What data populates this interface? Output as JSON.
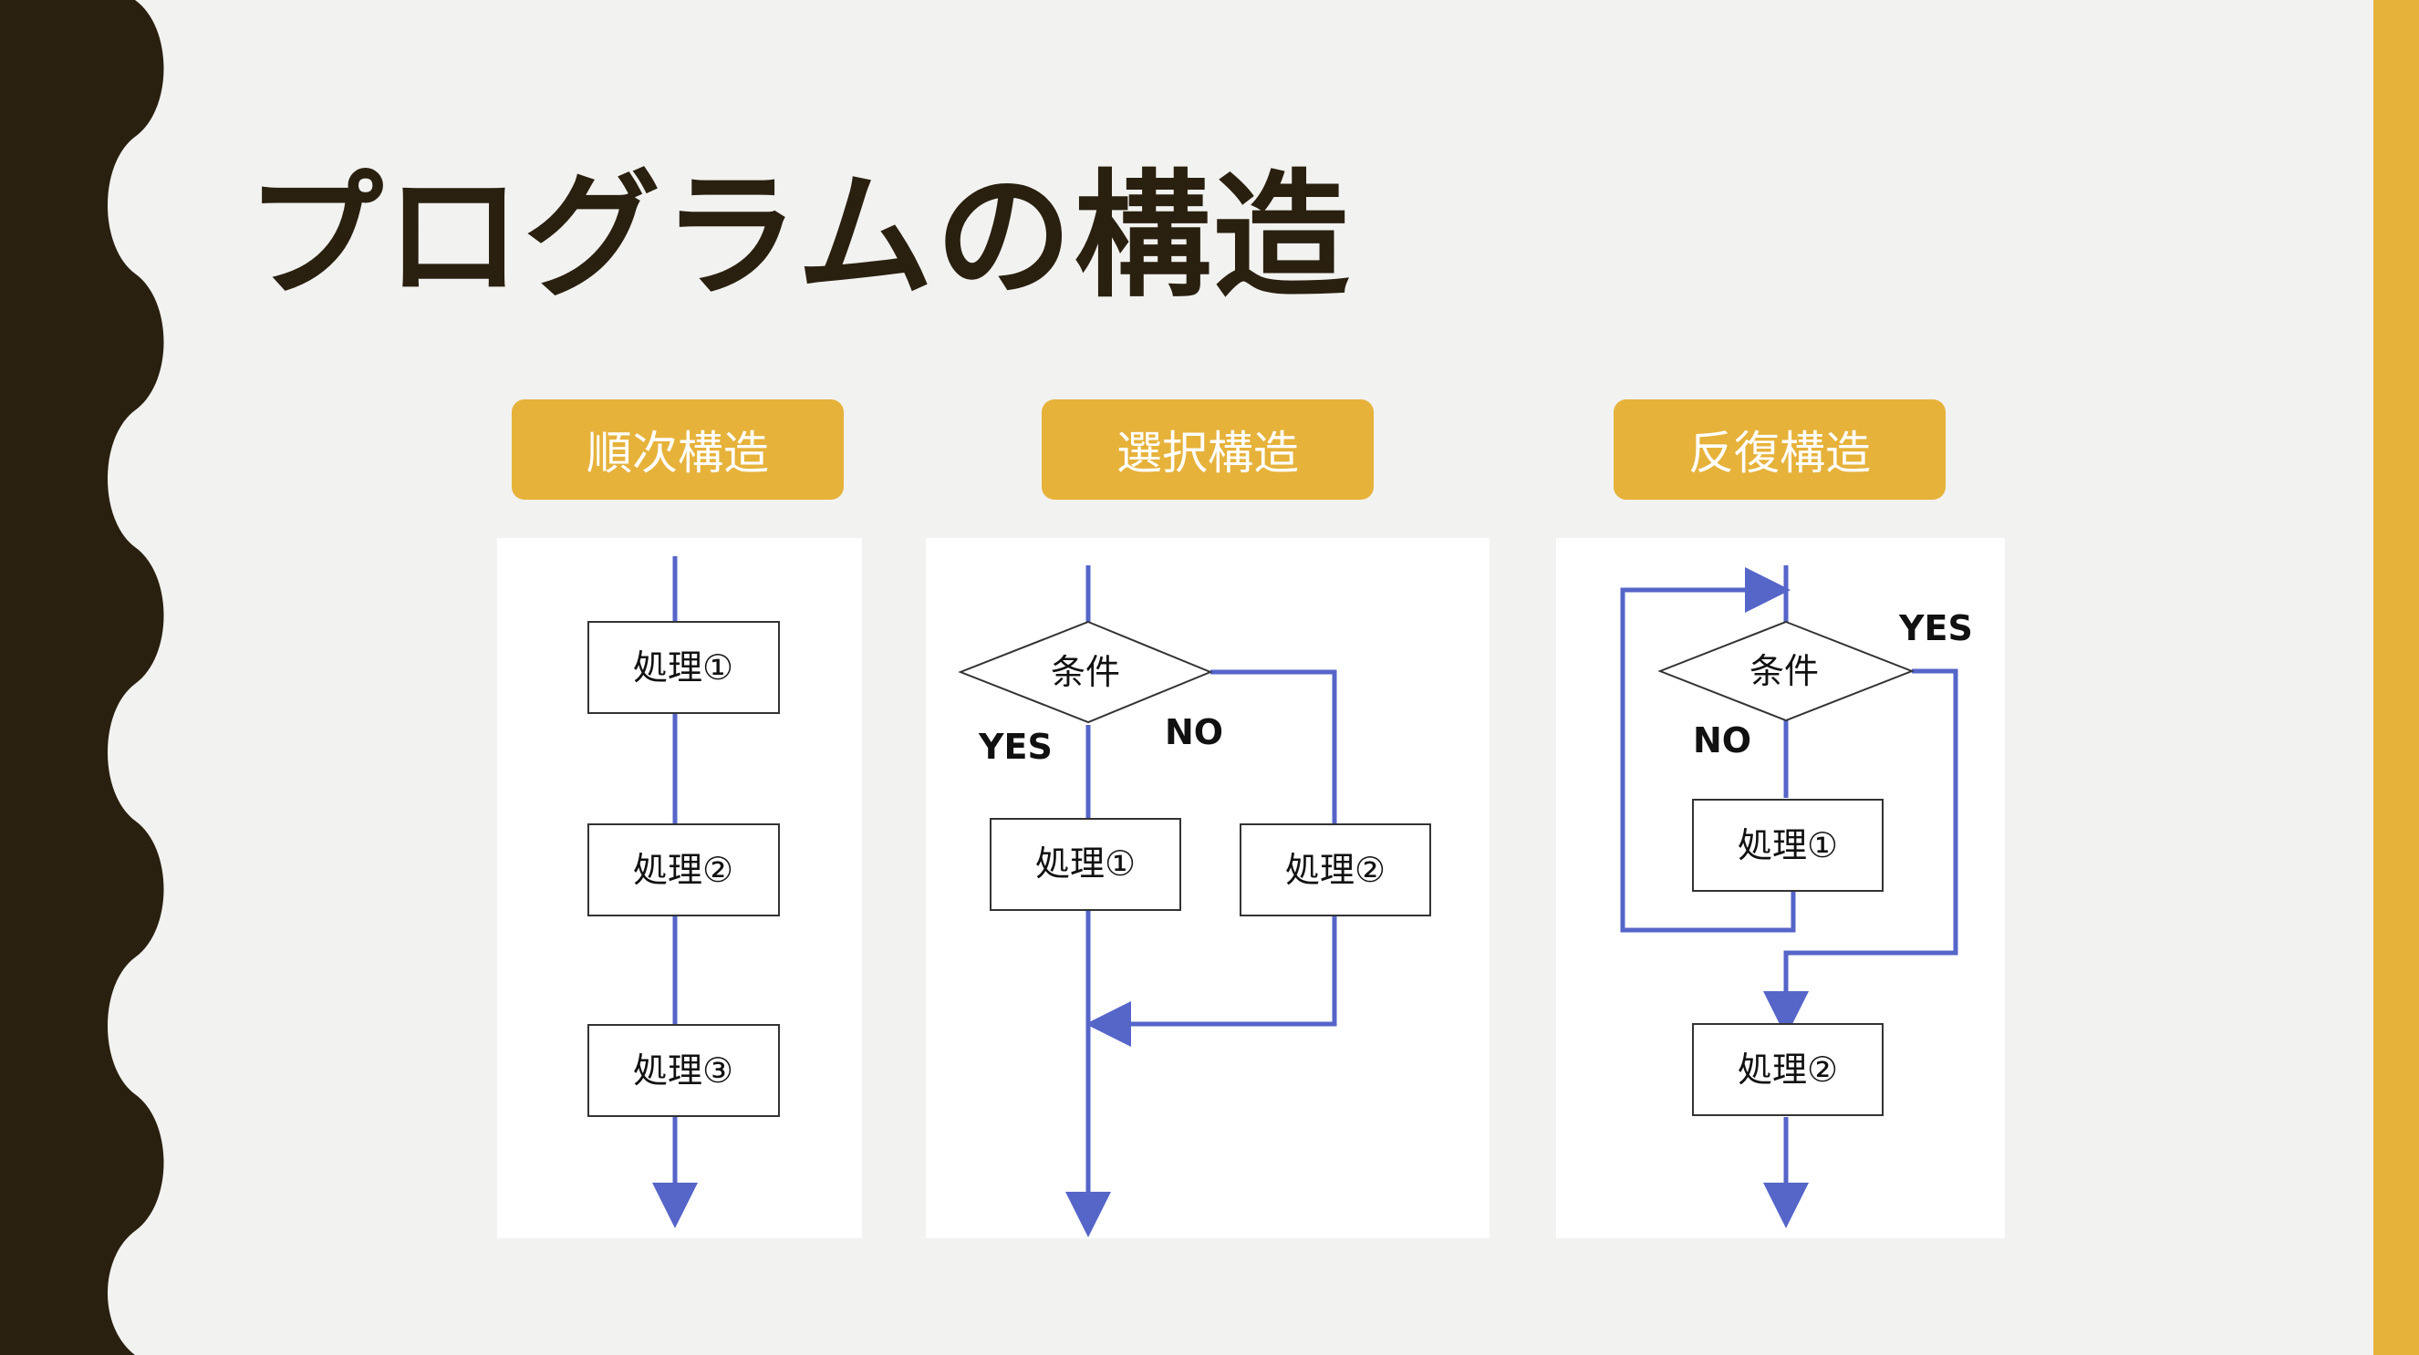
{
  "title": "プログラムの構造",
  "structures": [
    {
      "label": "順次構造"
    },
    {
      "label": "選択構造"
    },
    {
      "label": "反復構造"
    }
  ],
  "sequence": {
    "boxes": [
      "処理①",
      "処理②",
      "処理③"
    ]
  },
  "selection": {
    "condition": "条件",
    "yes": "YES",
    "no": "NO",
    "box_yes": "処理①",
    "box_no": "処理②"
  },
  "iteration": {
    "condition": "条件",
    "yes": "YES",
    "no": "NO",
    "box_loop": "処理①",
    "box_after": "処理②"
  },
  "colors": {
    "background": "#f2f2f0",
    "left_band": "#2a2010",
    "right_band": "#e6b23a",
    "accent": "#e6b23a",
    "flow_line": "#5565c8"
  }
}
